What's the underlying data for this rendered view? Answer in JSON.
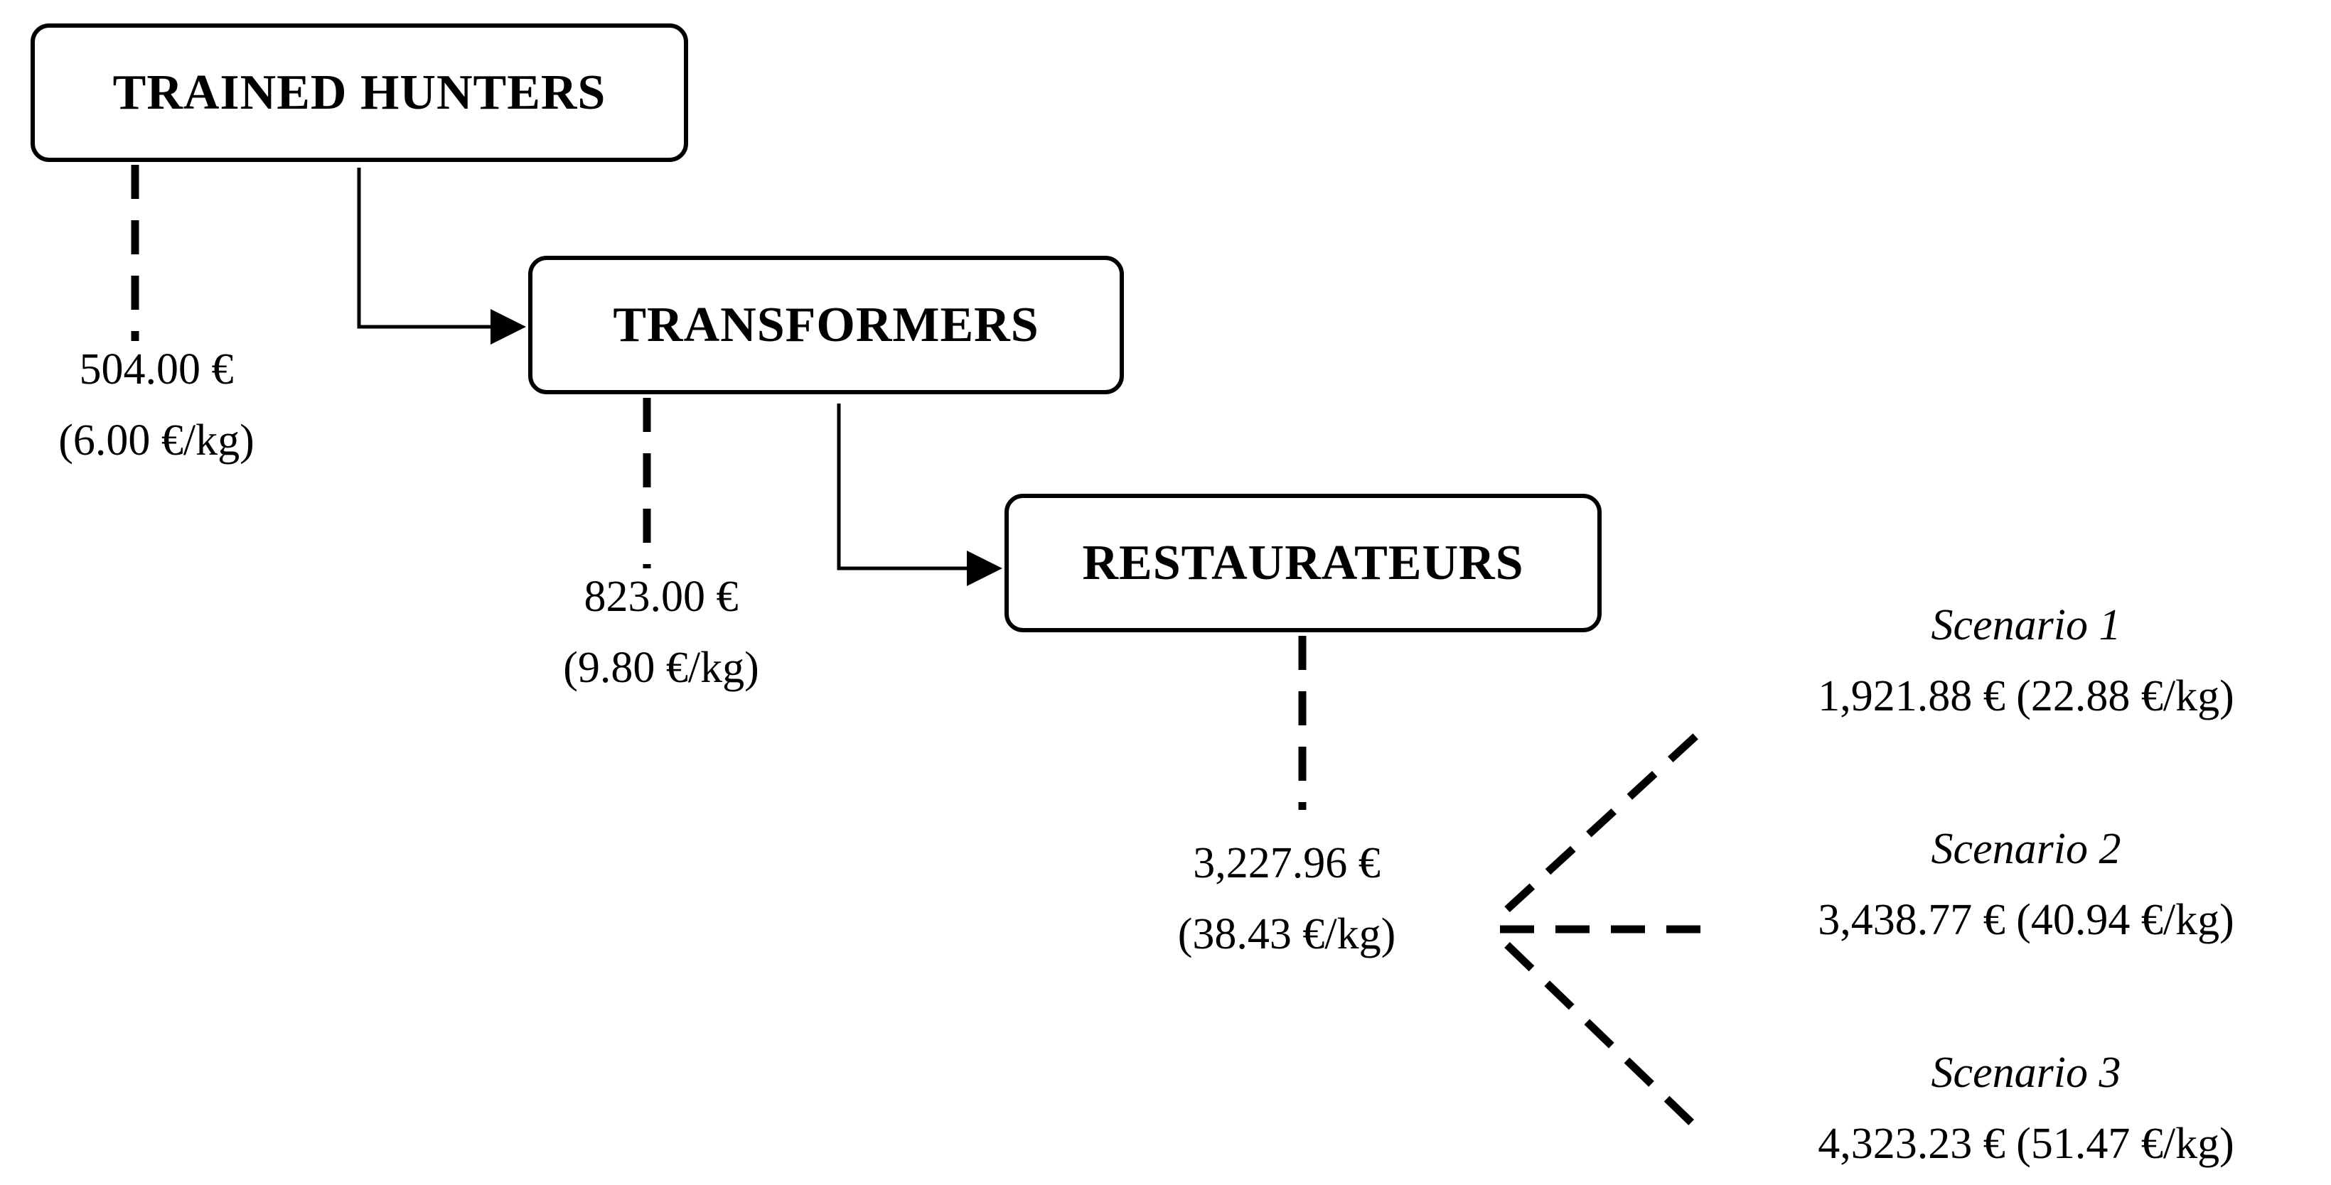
{
  "nodes": {
    "hunters": "TRAINED HUNTERS",
    "transformers": "TRANSFORMERS",
    "restaurateurs": "RESTAURATEURS"
  },
  "prices": {
    "hunters": {
      "total": "504.00 €",
      "per_kg": "(6.00 €/kg)"
    },
    "transformers": {
      "total": "823.00 €",
      "per_kg": "(9.80 €/kg)"
    },
    "restaurateurs": {
      "total": "3,227.96 €",
      "per_kg": "(38.43 €/kg)"
    }
  },
  "scenarios": [
    {
      "title": "Scenario 1",
      "value": "1,921.88 € (22.88 €/kg)"
    },
    {
      "title": "Scenario 2",
      "value": "3,438.77 € (40.94 €/kg)"
    },
    {
      "title": "Scenario 3",
      "value": "4,323.23 € (51.47 €/kg)"
    }
  ]
}
